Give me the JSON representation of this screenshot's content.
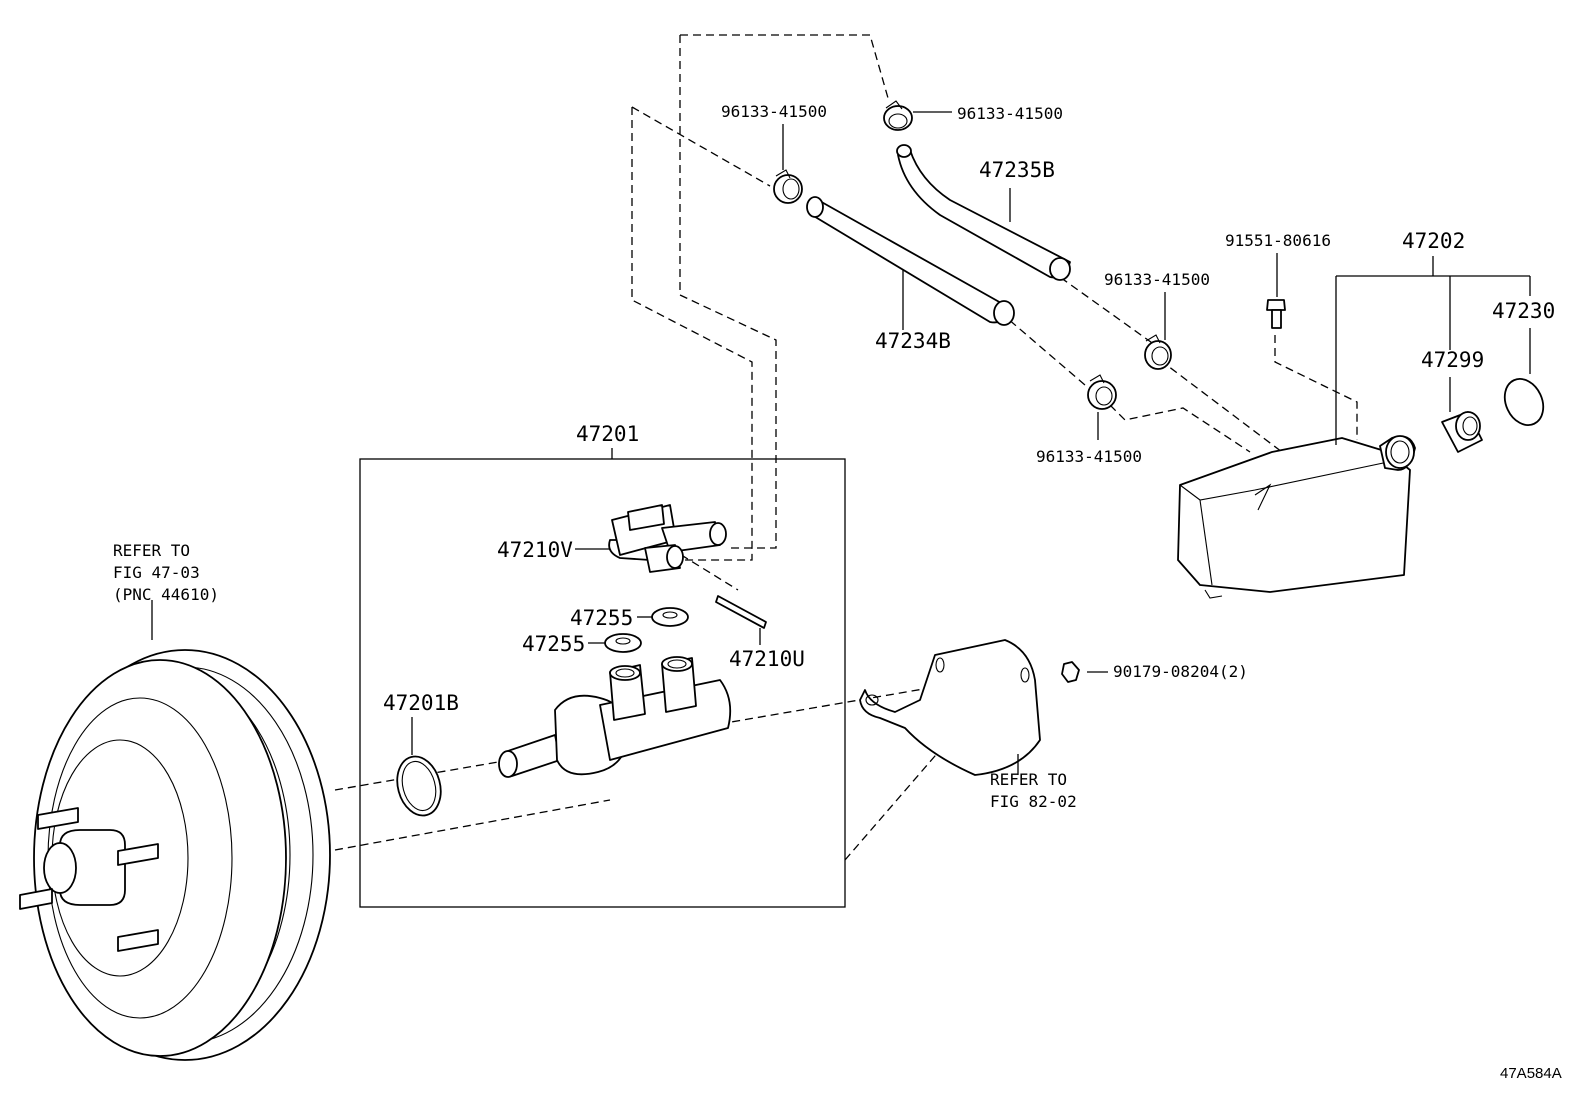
{
  "labels": {
    "booster_ref": [
      "REFER TO",
      "FIG 47-03",
      "(PNC 44610)"
    ],
    "p47201": "47201",
    "p47210v": "47210V",
    "p47255_upper": "47255",
    "p47255_lower": "47255",
    "p47210u": "47210U",
    "p47201b": "47201B",
    "clamp_a": "96133-41500",
    "clamp_b": "96133-41500",
    "p47235b": "47235B",
    "p47234b": "47234B",
    "clamp_c": "96133-41500",
    "clamp_d": "96133-41500",
    "bolt": "91551-80616",
    "p47202": "47202",
    "p47230": "47230",
    "p47299": "47299",
    "nut": "90179-08204(2)",
    "bracket_ref": [
      "REFER TO",
      "FIG 82-02"
    ],
    "figure_code": "47A584A"
  },
  "colors": {
    "line": "#000000",
    "background": "#ffffff"
  }
}
